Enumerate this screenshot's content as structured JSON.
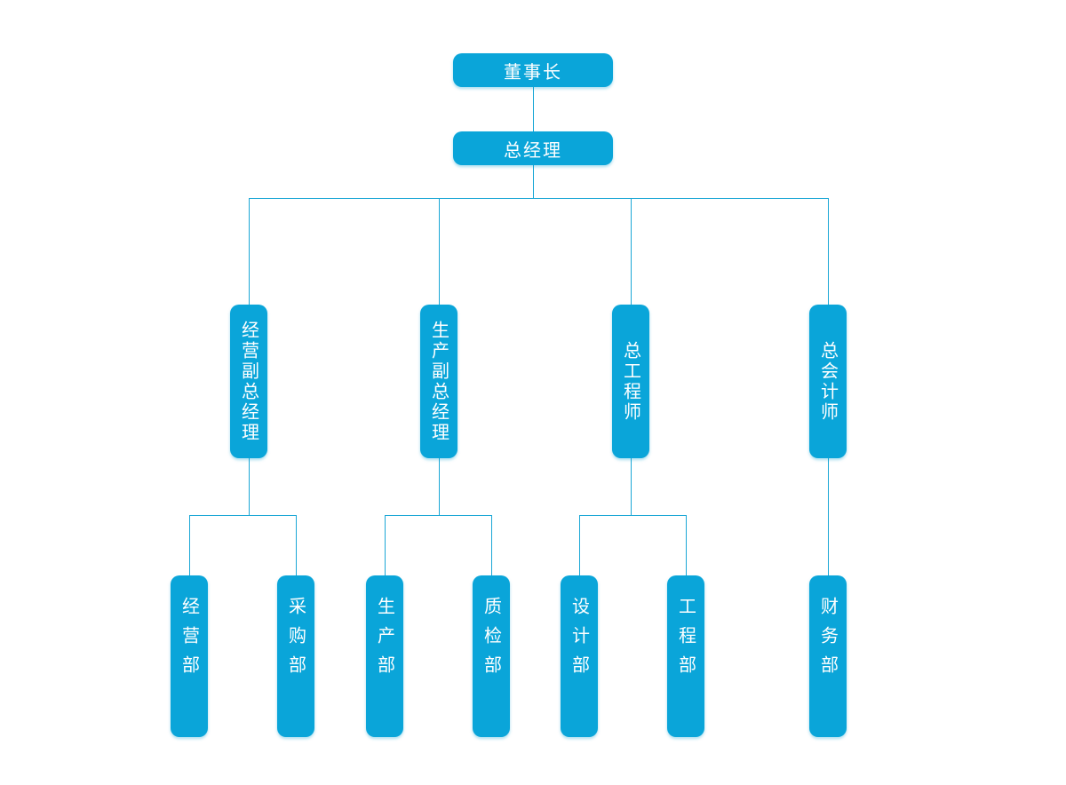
{
  "diagram": {
    "type": "org-chart",
    "colors": {
      "node_fill": "#0aa5d9",
      "node_text": "#ffffff",
      "connector_line": "#1ba7d6",
      "background": "#ffffff"
    },
    "nodes": {
      "chairman": "董事长",
      "general_manager": "总经理",
      "vp_operations": "经营副总经理",
      "vp_production": "生产副总经理",
      "chief_engineer": "总工程师",
      "chief_accountant": "总会计师",
      "business_dept": "经营部",
      "purchasing_dept": "采购部",
      "production_dept": "生产部",
      "quality_dept": "质检部",
      "design_dept": "设计部",
      "engineering_dept": "工程部",
      "finance_dept": "财务部"
    },
    "hierarchy": {
      "label": "董事长",
      "children": [
        {
          "label": "总经理",
          "children": [
            {
              "label": "经营副总经理",
              "children": [
                {
                  "label": "经营部"
                },
                {
                  "label": "采购部"
                }
              ]
            },
            {
              "label": "生产副总经理",
              "children": [
                {
                  "label": "生产部"
                },
                {
                  "label": "质检部"
                }
              ]
            },
            {
              "label": "总工程师",
              "children": [
                {
                  "label": "设计部"
                },
                {
                  "label": "工程部"
                }
              ]
            },
            {
              "label": "总会计师",
              "children": [
                {
                  "label": "财务部"
                }
              ]
            }
          ]
        }
      ]
    }
  }
}
